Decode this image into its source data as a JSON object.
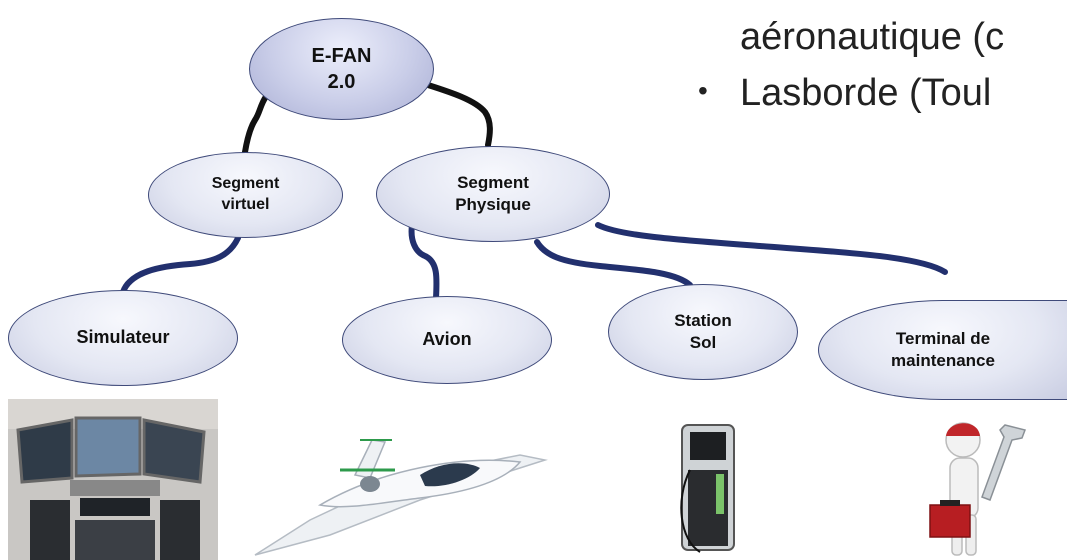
{
  "slide_text": {
    "line1": "aéronautique (c",
    "line2": "Lasborde (Toul",
    "bullet": "•"
  },
  "tree": {
    "root": "E-FAN\n2.0",
    "segment_virtuel": "Segment\nvirtuel",
    "segment_physique": "Segment\nPhysique",
    "simulateur": "Simulateur",
    "avion": "Avion",
    "station_sol": "Station\nSol",
    "terminal": "Terminal de\nmaintenance"
  },
  "colors": {
    "root_connector": "#111111",
    "child_connector": "#22306e",
    "node_border": "#3f4a7a"
  }
}
